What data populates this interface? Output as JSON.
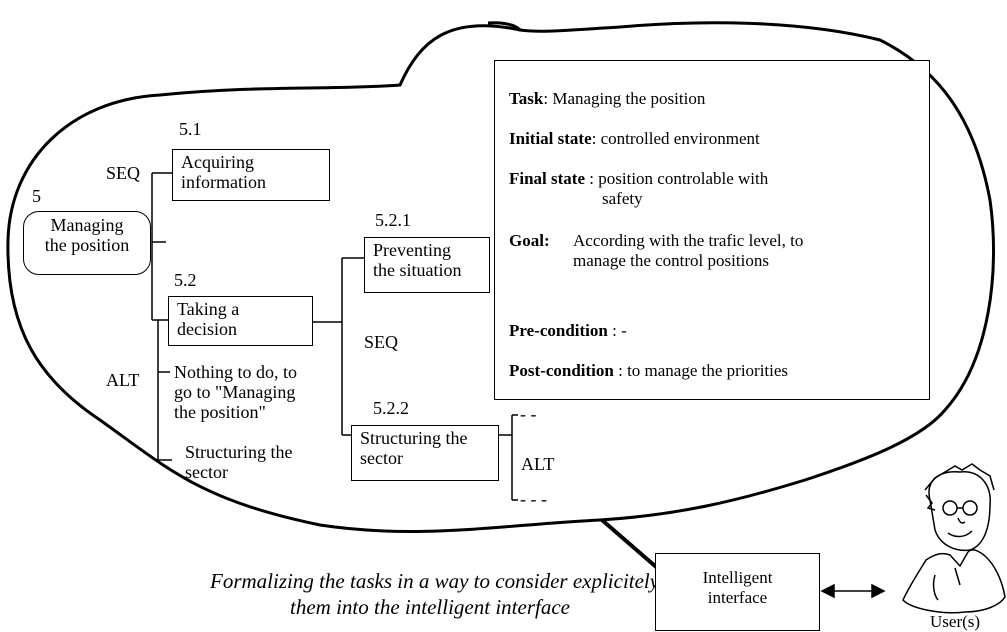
{
  "tree": {
    "root_number": "5",
    "root_label": [
      "Managing",
      "the position"
    ],
    "seq_top": "SEQ",
    "n51": "5.1",
    "acquiring": [
      "Acquiring",
      "information"
    ],
    "n52": "5.2",
    "taking": [
      "Taking a",
      "decision"
    ],
    "alt_left": "ALT",
    "nothing": [
      "Nothing to do, to",
      "go to \"Managing",
      "the position\""
    ],
    "structuring_left": [
      "Structuring the",
      "sector"
    ],
    "n521": "5.2.1",
    "preventing": [
      "Preventing",
      "the situation"
    ],
    "seq_mid": "SEQ",
    "n522": "5.2.2",
    "structuring_right": [
      "Structuring the",
      "sector"
    ],
    "alt_right": "ALT",
    "dash_top": "- -",
    "dash_bottom": "- - -"
  },
  "task_panel": {
    "task_label": "Task",
    "task_value": ": Managing the position",
    "initial_label": "Initial  state",
    "initial_value": ": controlled environment",
    "final_label": "Final state",
    "final_value": " : position controlable with",
    "final_value2": "safety",
    "goal_label": "Goal:",
    "goal_value": "According with the trafic level, to",
    "goal_value2": "manage the control positions",
    "pre_label": "Pre-condition",
    "pre_value": " : -",
    "post_label": "Post-condition",
    "post_value": " : to manage the priorities"
  },
  "caption": [
    "Formalizing the tasks in a way to consider explicitely",
    "them into the intelligent interface"
  ],
  "interface_box": [
    "Intelligent",
    "interface"
  ],
  "user_label": "User(s)"
}
